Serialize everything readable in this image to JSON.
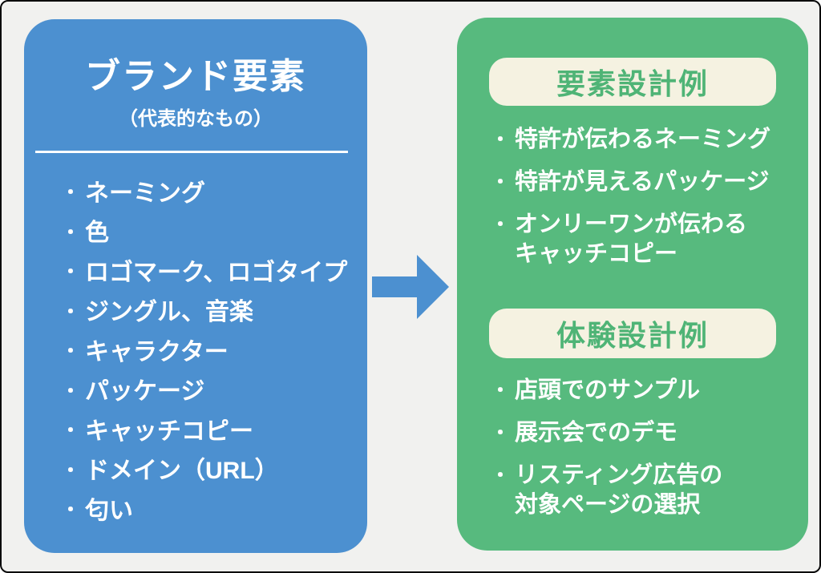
{
  "ui": {
    "bullet": "・"
  },
  "colors": {
    "background": "#F1F1EF",
    "frame_border": "#0A0A0A",
    "blue_panel": "#4C90D0",
    "green_panel": "#57BA7E",
    "header_pill_bg": "#F5F2E1",
    "header_pill_text": "#4FB476",
    "arrow": "#4C90D0",
    "text_light": "#FFFFFF"
  },
  "left_panel": {
    "title": "ブランド要素",
    "subtitle": "（代表的なもの）",
    "items": [
      "ネーミング",
      "色",
      "ロゴマーク、ロゴタイプ",
      "ジングル、音楽",
      "キャラクター",
      "パッケージ",
      "キャッチコピー",
      "ドメイン（URL）",
      "匂い"
    ]
  },
  "arrow": {
    "icon": "right-arrow"
  },
  "right_panel": {
    "sections": [
      {
        "header": "要素設計例",
        "items": [
          {
            "lines": [
              "特許が伝わるネーミング"
            ]
          },
          {
            "lines": [
              "特許が見えるパッケージ"
            ]
          },
          {
            "lines": [
              "オンリーワンが伝わる",
              "キャッチコピー"
            ]
          }
        ]
      },
      {
        "header": "体験設計例",
        "items": [
          {
            "lines": [
              "店頭でのサンプル"
            ]
          },
          {
            "lines": [
              "展示会でのデモ"
            ]
          },
          {
            "lines": [
              "リスティング広告の",
              "対象ページの選択"
            ]
          }
        ]
      }
    ]
  }
}
